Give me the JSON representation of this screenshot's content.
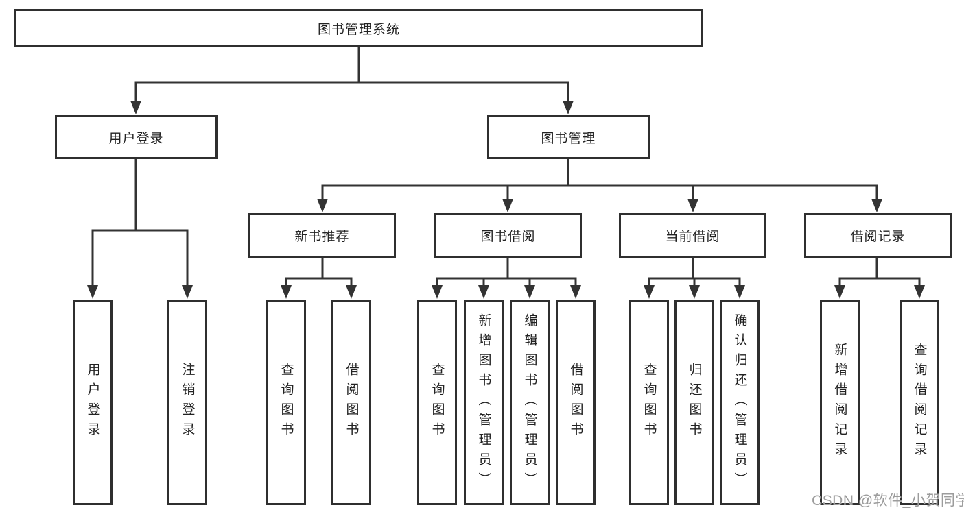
{
  "diagram": {
    "root": {
      "label": "图书管理系统"
    },
    "level2": [
      {
        "label": "用户登录"
      },
      {
        "label": "图书管理"
      }
    ],
    "level3": [
      {
        "label": "新书推荐"
      },
      {
        "label": "图书借阅"
      },
      {
        "label": "当前借阅"
      },
      {
        "label": "借阅记录"
      }
    ],
    "leaves": {
      "user_login": [
        "用户登录",
        "注销登录"
      ],
      "new_book": [
        "查询图书",
        "借阅图书"
      ],
      "book_borrow": [
        "查询图书",
        "新增图书（管理员）",
        "编辑图书（管理员）",
        "借阅图书"
      ],
      "current_borrow": [
        "查询图书",
        "归还图书",
        "确认归还（管理员）"
      ],
      "borrow_record": [
        "新增借阅记录",
        "查询借阅记录"
      ]
    },
    "colors": {
      "line": "#333333",
      "border": "#2f2f2f",
      "text": "#222222",
      "watermark_text": "#9c9c9c",
      "background": "#ffffff"
    }
  },
  "watermark": {
    "text": "CSDN @软件_小贺同学"
  }
}
